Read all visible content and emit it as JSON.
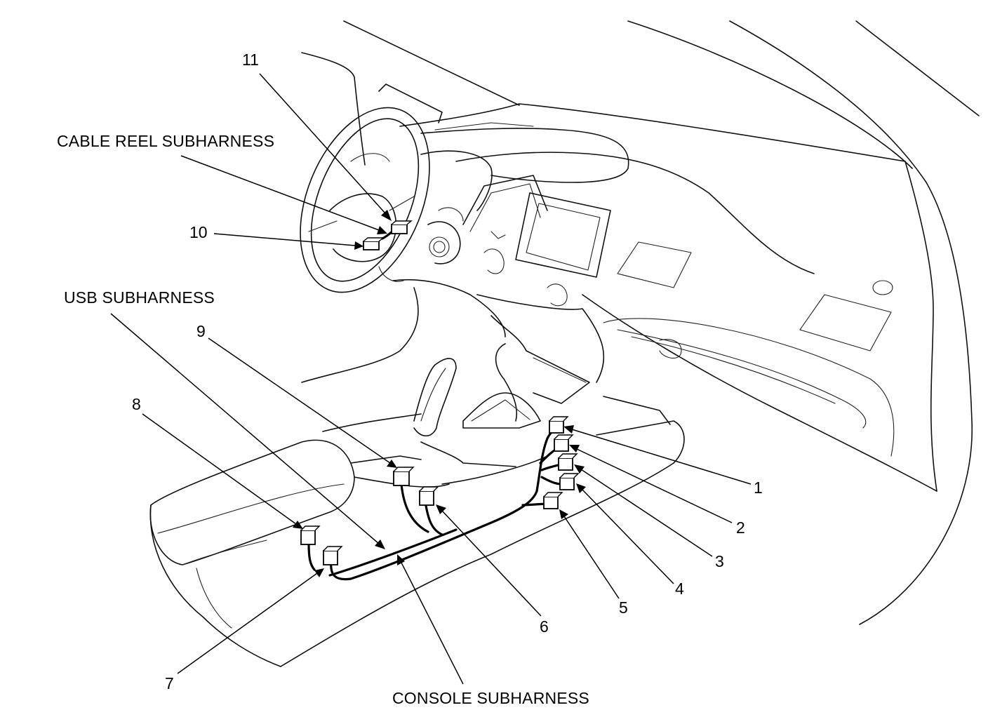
{
  "diagram": {
    "callouts": [
      "1",
      "2",
      "3",
      "4",
      "5",
      "6",
      "7",
      "8",
      "9",
      "10",
      "11"
    ],
    "subharness_labels": {
      "cable_reel": "CABLE REEL SUBHARNESS",
      "usb": "USB SUBHARNESS",
      "console": "CONSOLE SUBHARNESS"
    },
    "colors": {
      "ink": "#000000",
      "paper": "#ffffff"
    }
  }
}
